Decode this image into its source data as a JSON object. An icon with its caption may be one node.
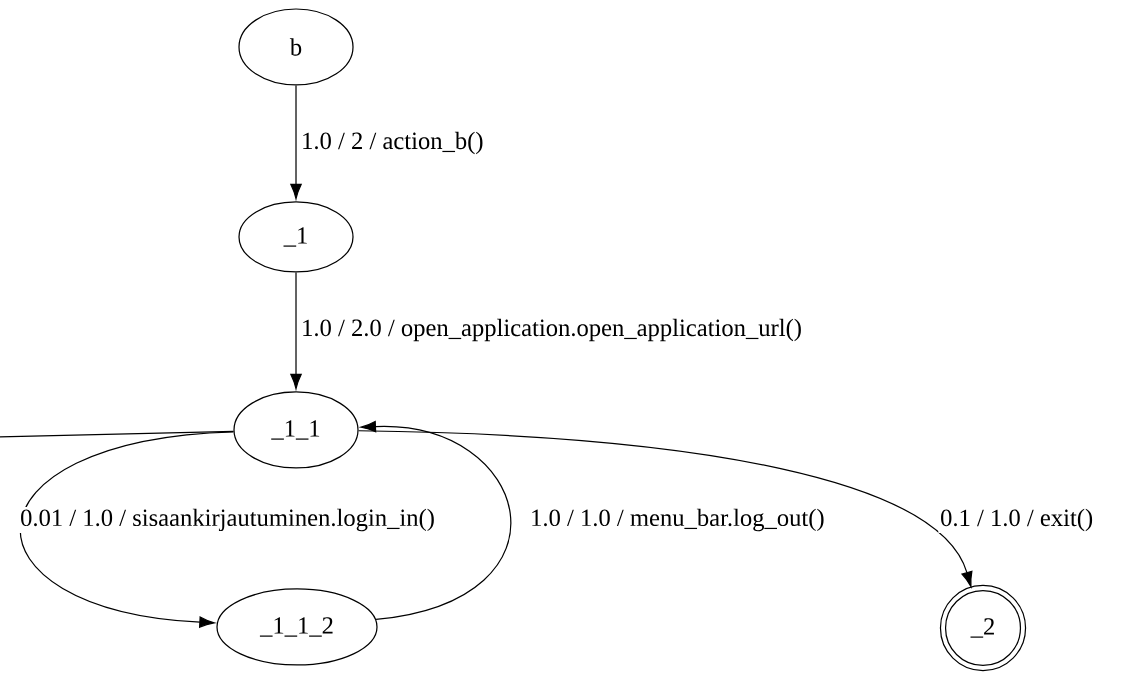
{
  "diagram": {
    "nodes": [
      {
        "text": [
          "b"
        ]
      },
      {
        "text": [
          "_1"
        ]
      },
      {
        "text": [
          "_1_1"
        ]
      },
      {
        "text": [
          "_1_1_2"
        ]
      },
      {
        "text": [
          "_2"
        ]
      }
    ],
    "edges": [
      {
        "from": 0,
        "to": 1,
        "arrow": "to",
        "label": "1.0 / 2 / action_b()"
      },
      {
        "from": 1,
        "to": 2,
        "arrow": "to",
        "label": "1.0 / 2.0 / open_application.open_application_url()"
      },
      {
        "from": 2,
        "to": 3,
        "arrow": "to",
        "label": "0.01 / 1.0 / sisaankirjautuminen.login_in()"
      },
      {
        "from": 3,
        "to": 2,
        "arrow": "to",
        "label": "1.0 / 1.0 / menu_bar.log_out()"
      },
      {
        "from": 2,
        "to": 4,
        "arrow": "to",
        "label": "0.1 / 1.0 / exit()"
      },
      {
        "from": 2,
        "to": null,
        "arrow": "none"
      }
    ]
  }
}
